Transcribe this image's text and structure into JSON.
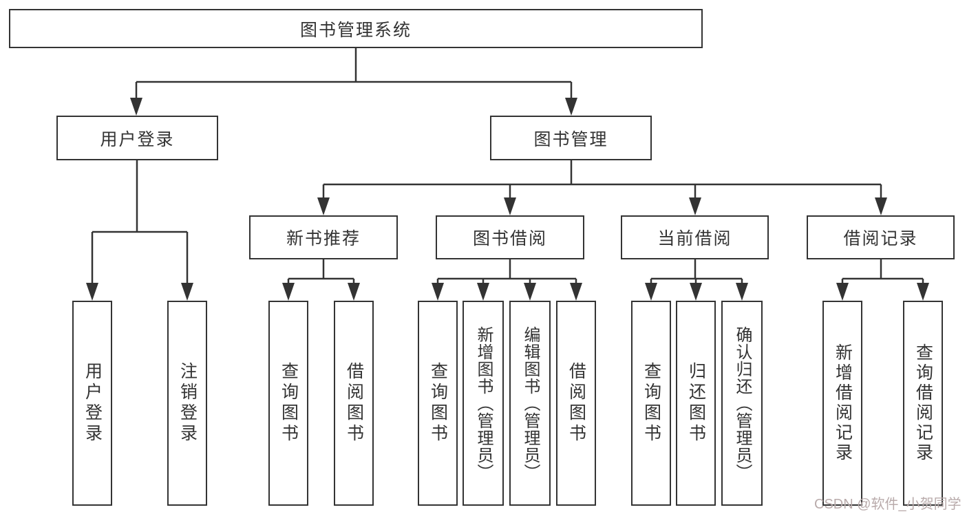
{
  "colors": {
    "line": "#333333",
    "text": "#333333",
    "background": "#ffffff",
    "watermark": "#b9abab"
  },
  "watermark": "CSDN @软件_小贺同学",
  "tree": {
    "root": {
      "label": "图书管理系统"
    },
    "branches": [
      {
        "label": "用户登录",
        "children": [
          "用户登录",
          "注销登录"
        ]
      },
      {
        "label": "图书管理",
        "sections": [
          {
            "label": "新书推荐",
            "children": [
              "查询图书",
              "借阅图书"
            ]
          },
          {
            "label": "图书借阅",
            "children": [
              "查询图书",
              "新增图书（管理员）",
              "编辑图书（管理员）",
              "借阅图书"
            ]
          },
          {
            "label": "当前借阅",
            "children": [
              "查询图书",
              "归还图书",
              "确认归还（管理员）"
            ]
          },
          {
            "label": "借阅记录",
            "children": [
              "新增借阅记录",
              "查询借阅记录"
            ]
          }
        ]
      }
    ]
  }
}
